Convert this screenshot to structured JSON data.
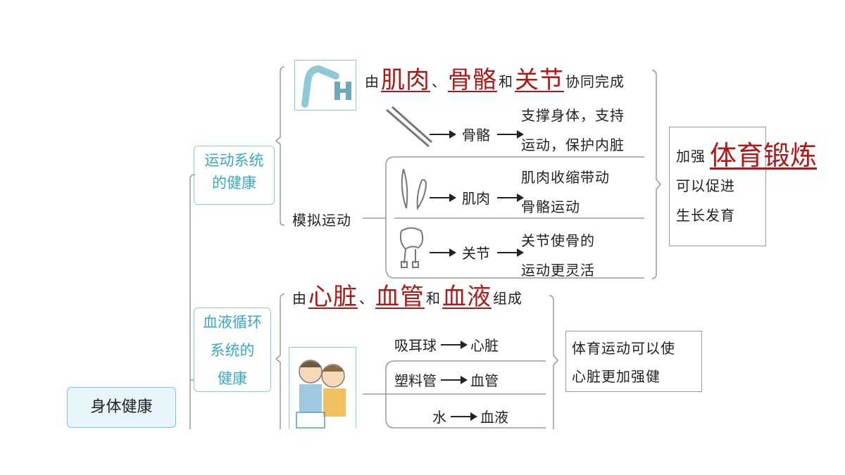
{
  "root": "身体健康",
  "motion": {
    "title_line1": "运动系统",
    "title_line2": "的健康",
    "compose": {
      "prefix": "由",
      "a": "肌肉",
      "sep1": "、",
      "b": "骨骼",
      "sep2": "和",
      "c": "关节",
      "suffix": "协同完成"
    },
    "simulate_label": "模拟运动",
    "rows": [
      {
        "item": "骨骼",
        "desc1": "支撑身体，支持",
        "desc2": "运动，保护内脏"
      },
      {
        "item": "肌肉",
        "desc1": "肌肉收缩带动",
        "desc2": "骨骼运动"
      },
      {
        "item": "关节",
        "desc1": "关节使骨的",
        "desc2": "运动更灵活"
      }
    ],
    "conclusion": {
      "prefix": "加强",
      "answer": "体育锻炼",
      "line2": "可以促进",
      "line3": "生长发育"
    }
  },
  "blood": {
    "title_line1": "血液循环",
    "title_line2": "系统的",
    "title_line3": "健康",
    "compose": {
      "prefix": "由",
      "a": "心脏",
      "sep1": "、",
      "b": "血管",
      "sep2": "和",
      "c": "血液",
      "suffix": "组成"
    },
    "rows": [
      {
        "from": "吸耳球",
        "to": "心脏"
      },
      {
        "from": "塑料管",
        "to": "血管"
      },
      {
        "from": "水",
        "to": "血液"
      }
    ],
    "conclusion": {
      "line1": "体育运动可以使",
      "line2": "心脏更加强健"
    }
  },
  "colors": {
    "answer": "#b01818",
    "teal": "#3aa9c0",
    "root_fill": "#e6f5f9"
  }
}
